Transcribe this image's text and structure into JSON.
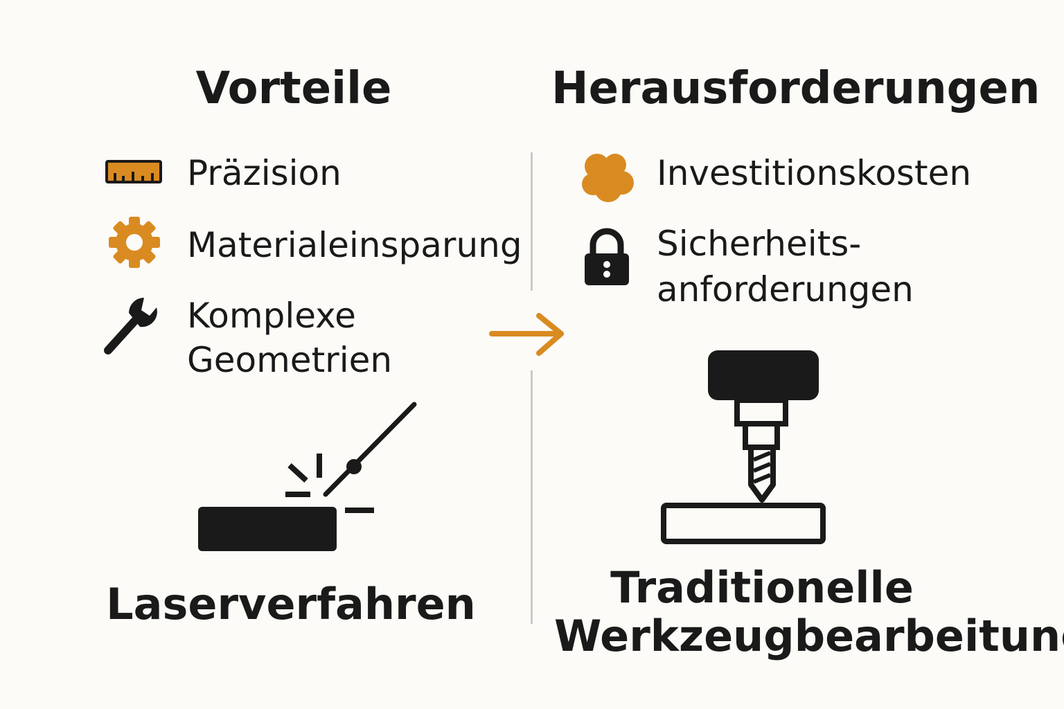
{
  "colors": {
    "accent": "#d98b22",
    "ink": "#1a1a1a",
    "background": "#fcfbf7",
    "divider": "#c9c9c9"
  },
  "left": {
    "heading": "Vorteile",
    "items": [
      {
        "icon": "ruler-icon",
        "label": "Präzision"
      },
      {
        "icon": "gear-icon",
        "label": "Materialeinsparung"
      },
      {
        "icon": "wrench-icon",
        "label_line1": "Komplexe",
        "label_line2": "Geometrien"
      }
    ],
    "illustration": "laser-cutting-icon",
    "caption": "Laserverfahren"
  },
  "right": {
    "heading": "Herausforderungen",
    "items": [
      {
        "icon": "cost-blob-icon",
        "label": "Investitionskosten"
      },
      {
        "icon": "lock-icon",
        "label_line1": "Sicherheits-",
        "label_line2": "anforderungen"
      }
    ],
    "illustration": "milling-machine-icon",
    "caption_line1": "Traditionelle",
    "caption_line2": "Werkzeugbearbeitung"
  },
  "arrow_icon": "arrow-right-icon"
}
